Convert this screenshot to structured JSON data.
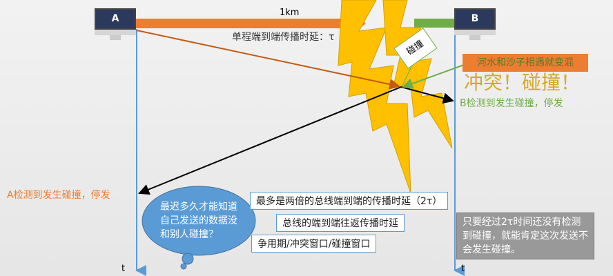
{
  "hosts": {
    "a": "A",
    "b": "B"
  },
  "distance": "1km",
  "one_way_delay": "单程端到端传播时延：τ",
  "collision_label": "碰撞",
  "big_text": "冲突！碰撞！",
  "river_note": "河水和沙子相遇就变混",
  "b_detect": "B检测到发生碰撞，停发",
  "a_detect": "A检测到发生碰撞，停发",
  "cloud_question": "最迟多久才能知道自己发送的数据没和别人碰撞？",
  "answer1": "最多是两倍的总线端到端的传播时延（2τ）",
  "answer2": "总线的端到端往返传播时延",
  "answer3": "争用期/冲突窗口/碰撞窗口",
  "gray_note": "只要经过2τ时间还没有检测到碰撞，就能肯定这次发送不会发生碰撞。",
  "time_axis": {
    "a": "t",
    "b": "t"
  },
  "colors": {
    "orange": "#ed7d31",
    "green": "#70ad47",
    "yellow": "#ffc000",
    "blue": "#5b9bd5"
  }
}
